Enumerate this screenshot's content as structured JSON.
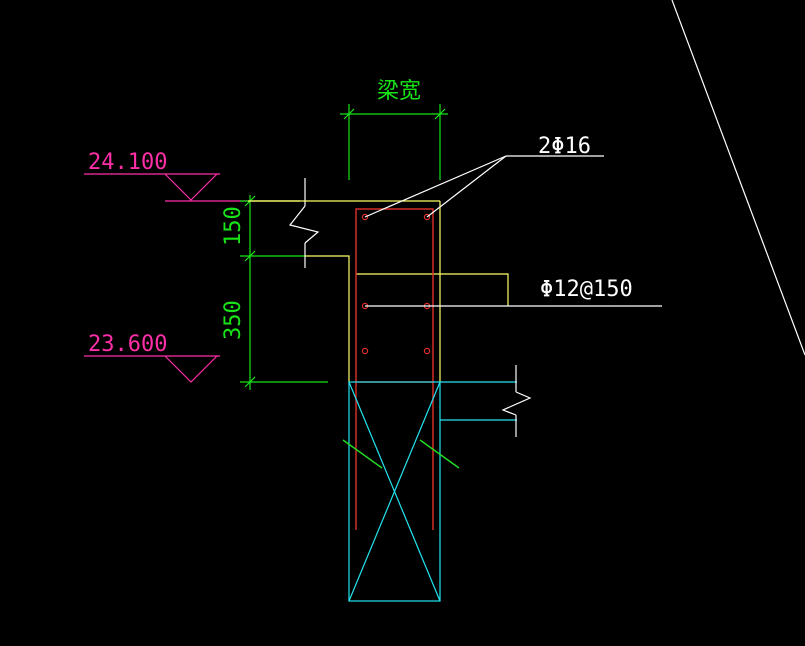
{
  "colors": {
    "background": "#000000",
    "elevation": "#ff2fa8",
    "dimension": "#18e418",
    "outline": "#ffff66",
    "rebar": "#e0302a",
    "leader": "#ffffff",
    "wall": "#22e5f0",
    "hatch": "#22dd22"
  },
  "labels": {
    "beam_width": "梁宽",
    "elevation_top": "24.100",
    "elevation_bottom": "23.600",
    "dim_upper": "150",
    "dim_lower": "350",
    "top_bars": "2Φ16",
    "stirrup": "Φ12@150"
  }
}
